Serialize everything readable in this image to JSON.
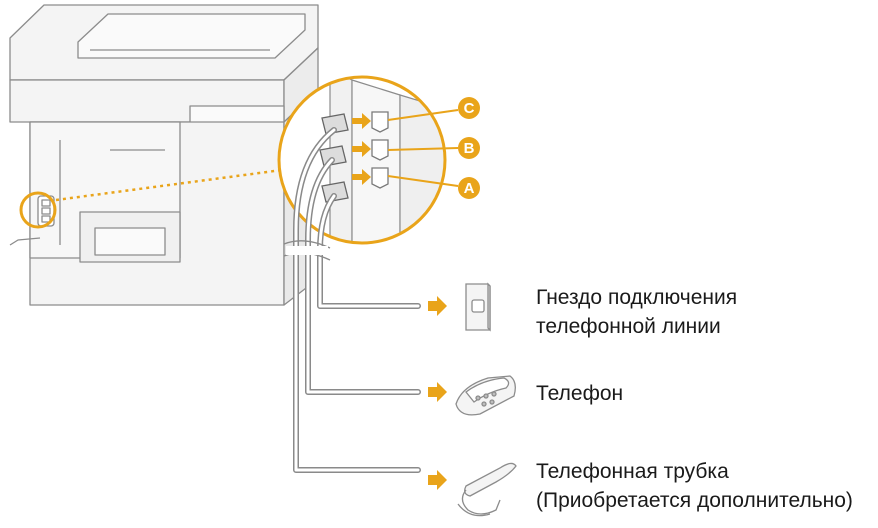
{
  "ports": [
    "C",
    "B",
    "A"
  ],
  "labels": {
    "wall_jack": [
      "Гнездо подключения",
      "телефонной линии"
    ],
    "telephone": [
      "Телефон"
    ],
    "handset": [
      "Телефонная трубка",
      "(Приобретается дополнительно)"
    ]
  },
  "colors": {
    "accent": "#E9A41A",
    "line": "#8a8a8a",
    "fill": "#f3f3f3"
  }
}
